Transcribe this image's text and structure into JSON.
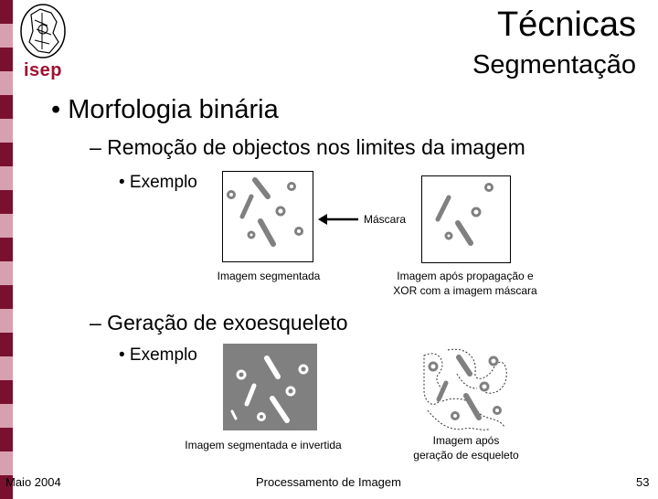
{
  "header": {
    "logo_text": "isep",
    "title": "Técnicas",
    "subtitle": "Segmentação"
  },
  "body": {
    "bullet1": "• Morfologia binária",
    "dash1": "– Remoção de objectos nos limites da imagem",
    "sub1": "• Exemplo",
    "mask_label": "Máscara",
    "caption_segmented": "Imagem segmentada",
    "caption_after_line1": "Imagem após propagação e",
    "caption_after_line2": "XOR com a imagem máscara",
    "dash2": "– Geração de exoesqueleto",
    "sub2": "• Exemplo",
    "caption_inverted": "Imagem segmentada e invertida",
    "caption_skeleton_line1": "Imagem após",
    "caption_skeleton_line2": "geração de esqueleto"
  },
  "footer": {
    "date": "Maio 2004",
    "center": "Processamento de Imagem",
    "page": "53"
  },
  "colors": {
    "accent": "#a01030",
    "strip_dark": "#7a1030",
    "strip_light": "#d7a0b0",
    "image_gray": "#808080"
  }
}
